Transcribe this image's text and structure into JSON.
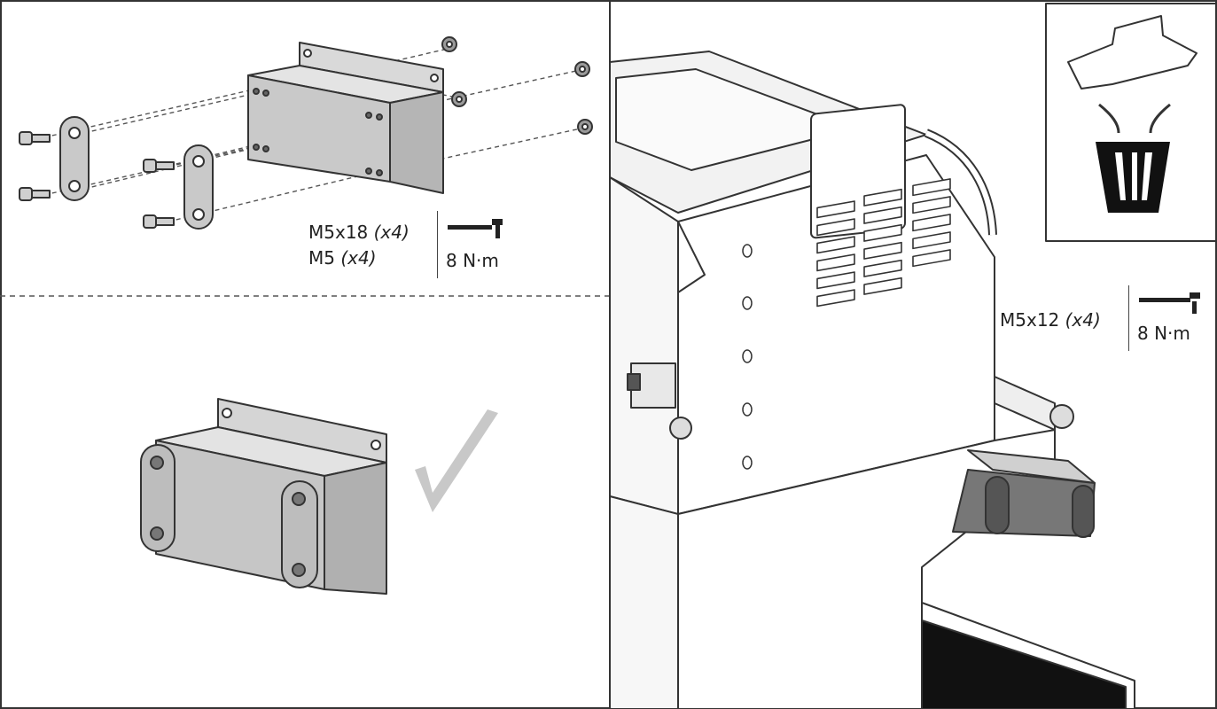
{
  "step1": {
    "screw_spec": "M5x18",
    "screw_qty": "(x4)",
    "nut_spec": "M5",
    "nut_qty": "(x4)",
    "torque": "8 N·m"
  },
  "step3": {
    "screw_spec": "M5x12",
    "screw_qty": "(x4)",
    "torque": "8 N·m"
  },
  "icons": {
    "torque_wrench": "torque-wrench-icon",
    "check": "checkmark-icon",
    "recycle_bin": "recycle-bin-icon"
  },
  "colors": {
    "line": "#333333",
    "part_fill": "#c9c9c9",
    "part_dark": "#9a9a9a",
    "check": "#c8c8c8",
    "opening": "#111111"
  }
}
